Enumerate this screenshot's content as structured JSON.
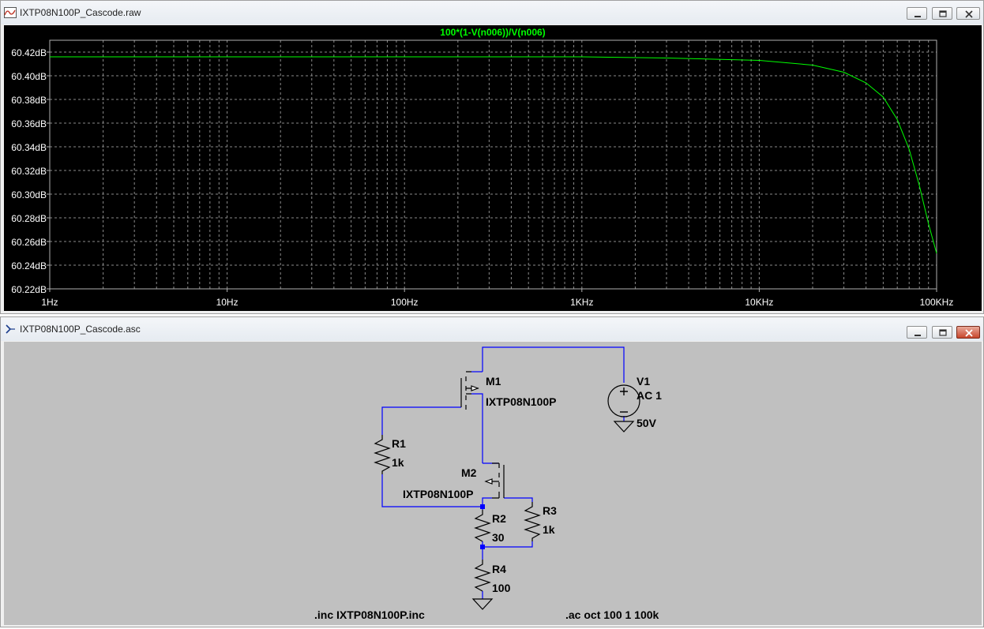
{
  "plot_window": {
    "title": "IXTP08N100P_Cascode.raw",
    "trace_label": "100*(1-V(n006))/V(n006)"
  },
  "schematic_window": {
    "title": "IXTP08N100P_Cascode.asc"
  },
  "chart_data": {
    "type": "line",
    "title": "100*(1-V(n006))/V(n006)",
    "xscale": "log",
    "xlim": [
      1,
      100000
    ],
    "ylim": [
      60.22,
      60.43
    ],
    "x_ticks": [
      "1Hz",
      "10Hz",
      "100Hz",
      "1KHz",
      "10KHz",
      "100KHz"
    ],
    "y_ticks": [
      "60.22dB",
      "60.24dB",
      "60.26dB",
      "60.28dB",
      "60.30dB",
      "60.32dB",
      "60.34dB",
      "60.36dB",
      "60.38dB",
      "60.40dB",
      "60.42dB"
    ],
    "grid": true,
    "series": [
      {
        "color": "#00ff00",
        "x": [
          1,
          10,
          100,
          1000,
          3000,
          10000,
          20000,
          30000,
          40000,
          50000,
          60000,
          70000,
          80000,
          90000,
          100000
        ],
        "y": [
          60.416,
          60.416,
          60.416,
          60.416,
          60.415,
          60.413,
          60.409,
          60.403,
          60.394,
          60.382,
          60.363,
          60.338,
          60.307,
          60.275,
          60.25
        ]
      }
    ]
  },
  "schematic": {
    "m1_name": "M1",
    "m1_model": "IXTP08N100P",
    "m2_name": "M2",
    "m2_model": "IXTP08N100P",
    "r1_name": "R1",
    "r1_value": "1k",
    "r2_name": "R2",
    "r2_value": "30",
    "r3_name": "R3",
    "r3_value": "1k",
    "r4_name": "R4",
    "r4_value": "100",
    "v1_name": "V1",
    "v1_ac": "AC 1",
    "v1_dc": "50V",
    "directive_inc": ".inc IXTP08N100P.inc",
    "directive_ac": ".ac oct 100 1 100k"
  },
  "colors": {
    "plot_background": "#000000",
    "trace": "#00ff00",
    "schematic_background": "#c0c0c0",
    "wire": "#0000ff"
  },
  "icons": {
    "plot_window": "waveform-icon",
    "schematic_window": "schematic-icon",
    "minimize": "minimize-icon",
    "restore": "restore-icon",
    "close": "close-icon"
  }
}
